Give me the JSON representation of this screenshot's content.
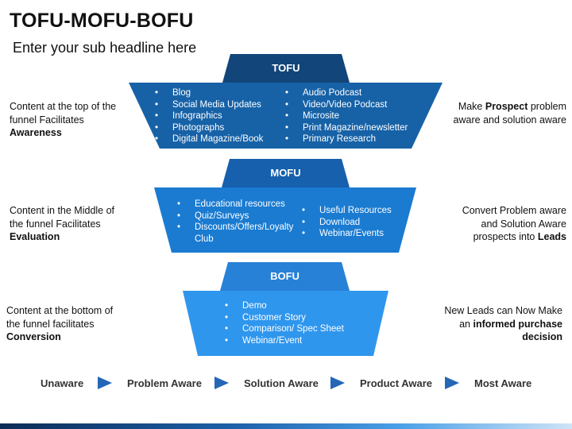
{
  "title": "TOFU-MOFU-BOFU",
  "subtitle": "Enter your sub headline here",
  "colors": {
    "tofu_tab": "#12457a",
    "tofu_body": "#1762a7",
    "mofu_tab": "#1660ad",
    "mofu_body": "#1a7bd1",
    "bofu_tab": "#2781d6",
    "bofu_body": "#2f96ee",
    "arrow": "#2566b6"
  },
  "tofu": {
    "label": "TOFU",
    "left_items": [
      "Blog",
      "Social Media Updates",
      "Infographics",
      "Photographs",
      "Digital Magazine/Book"
    ],
    "right_items": [
      "Audio Podcast",
      "Video/Video Podcast",
      "Microsite",
      "Print Magazine/newsletter",
      "Primary Research"
    ],
    "left_text": [
      "Content at the top of the",
      "funnel Facilitates"
    ],
    "left_bold": "Awareness",
    "right_line1_pre": "Make ",
    "right_line1_bold": "Prospect",
    "right_line1_post": " problem",
    "right_line2": "aware and solution aware"
  },
  "mofu": {
    "label": "MOFU",
    "left_items": [
      "Educational resources",
      "Quiz/Surveys",
      "Discounts/Offers/Loyalty Club"
    ],
    "right_items": [
      "Useful Resources",
      "Download",
      "Webinar/Events"
    ],
    "left_text": [
      "Content in the Middle of",
      "the funnel Facilitates"
    ],
    "left_bold": "Evaluation",
    "right_line1": "Convert Problem aware",
    "right_line2": "and Solution Aware",
    "right_line3_pre": "prospects into ",
    "right_line3_bold": "Leads"
  },
  "bofu": {
    "label": "BOFU",
    "items": [
      "Demo",
      "Customer Story",
      "Comparison/ Spec Sheet",
      "Webinar/Event"
    ],
    "left_text": [
      "Content at the bottom of",
      "the funnel facilitates"
    ],
    "left_bold": "Conversion",
    "right_line1": "New Leads can Now Make",
    "right_line2_pre": "an ",
    "right_line2_bold": "informed purchase",
    "right_line3_bold": "decision"
  },
  "stages": [
    "Unaware",
    "Problem Aware",
    "Solution Aware",
    "Product Aware",
    "Most Aware"
  ]
}
